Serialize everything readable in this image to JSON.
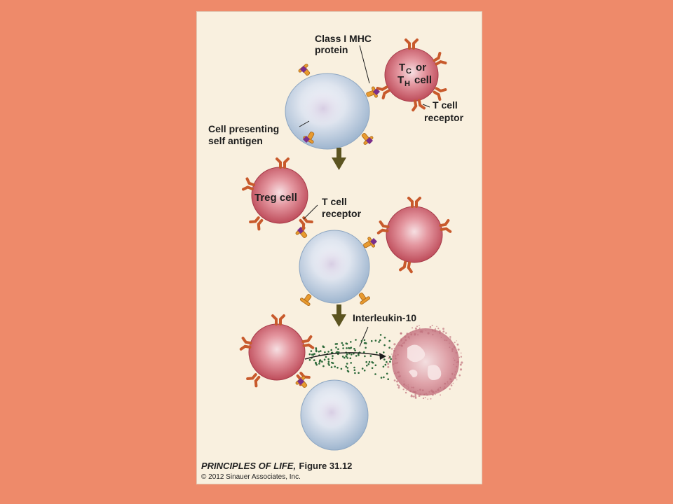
{
  "labels": {
    "class_mhc_line1": "Class I MHC",
    "class_mhc_line2": "protein",
    "tc_t": "T",
    "tc_sub": "C",
    "tc_or": "or",
    "th_t": "T",
    "th_sub": "H",
    "th_cell": "cell",
    "tcr1_line1": "T cell",
    "tcr1_line2": "receptor",
    "presenting_line1": "Cell presenting",
    "presenting_line2": "self antigen",
    "treg": "Treg cell",
    "tcr2_line1": "T cell",
    "tcr2_line2": "receptor",
    "interleukin": "Interleukin-10"
  },
  "caption": {
    "title": "PRINCIPLES OF LIFE,",
    "figure": "Figure 31.12",
    "copyright": "© 2012 Sinauer Associates, Inc."
  },
  "colors": {
    "background": "#ee8a6a",
    "panel": "#f9f0df",
    "t_cell": "#d4606e",
    "presenting_cell": "#c8d6e4",
    "receptor": "#e89a2e",
    "antigen": "#7a2e8a",
    "arrow": "#5c5420",
    "interleukin_dots": "#2d6a3a"
  }
}
